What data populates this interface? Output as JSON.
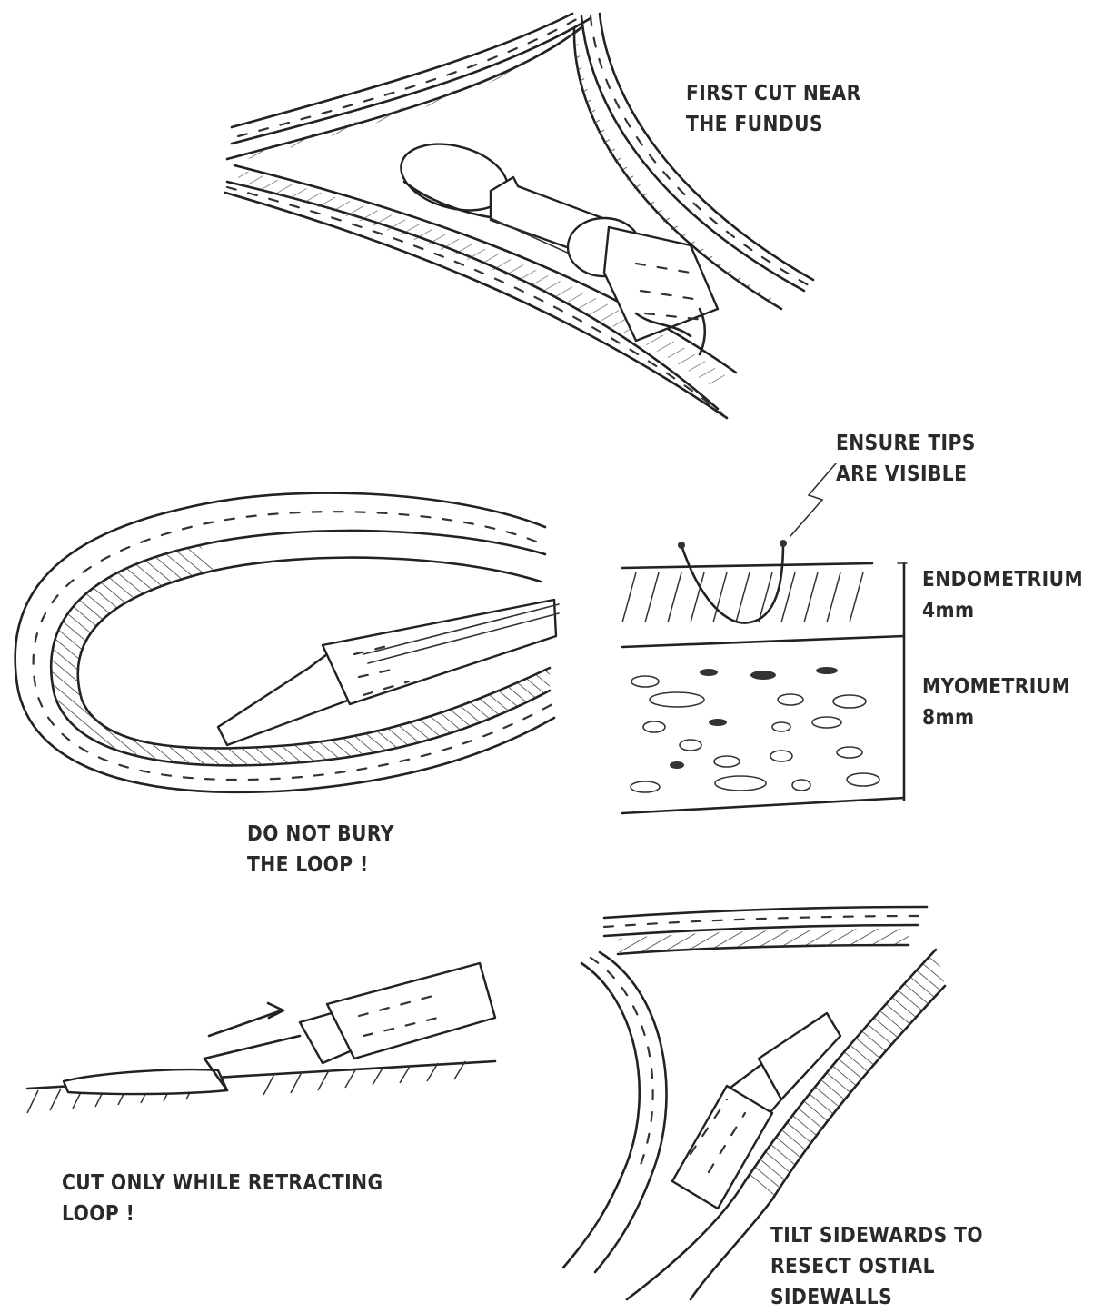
{
  "captions": {
    "first_cut": [
      "FIRST CUT NEAR",
      "THE FUNDUS"
    ],
    "ensure_tips": [
      "ENSURE TIPS",
      "ARE VISIBLE"
    ],
    "endometrium": [
      "ENDOMETRIUM",
      "4mm"
    ],
    "myometrium": [
      "MYOMETRIUM",
      "8mm"
    ],
    "do_not_bury": [
      "DO NOT BURY",
      "THE LOOP !"
    ],
    "cut_only": [
      "CUT ONLY WHILE RETRACTING",
      "LOOP !"
    ],
    "tilt": [
      "TILT SIDEWARDS TO",
      "RESECT OSTIAL",
      "SIDEWALLS"
    ]
  }
}
